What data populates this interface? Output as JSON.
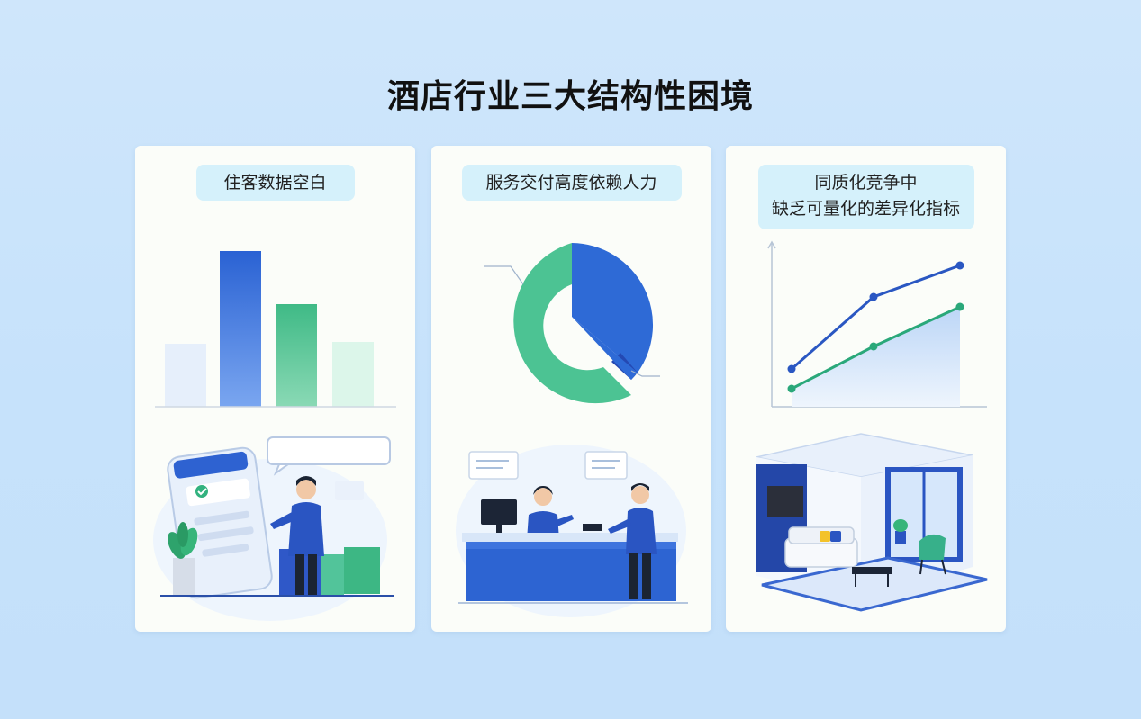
{
  "title": "酒店行业三大结构性困境",
  "cards": [
    {
      "label": "住客数据空白"
    },
    {
      "label": "服务交付高度依赖人力"
    },
    {
      "label_lines": [
        "同质化竞争中",
        "缺乏可量化的差异化指标"
      ]
    }
  ],
  "colors": {
    "blue": "#2e6ad6",
    "green": "#4cc393",
    "navy": "#1e3a8a",
    "panel": "#fbfdf9",
    "badge": "#d5f1fb"
  }
}
